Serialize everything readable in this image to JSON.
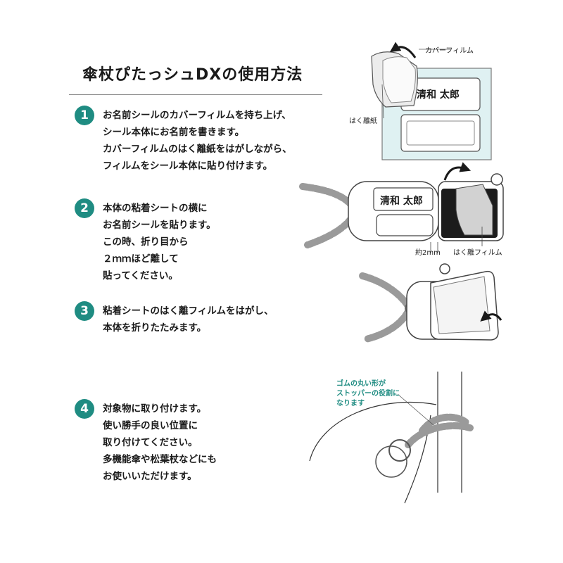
{
  "title": "傘杖ぴたっシュDXの使用方法",
  "steps": [
    {
      "number": "1",
      "lines": [
        "お名前シールのカバーフィルムを持ち上げ、",
        "シール本体にお名前を書きます。",
        "カバーフィルムのはく離紙をはがしながら、",
        "フィルムをシール本体に貼り付けます。"
      ]
    },
    {
      "number": "2",
      "lines": [
        "本体の粘着シートの横に",
        "お名前シールを貼ります。",
        "この時、折り目から",
        "２ｍｍほど離して",
        "貼ってください。"
      ]
    },
    {
      "number": "3",
      "lines": [
        "粘着シートのはく離フィルムをはがし、",
        "本体を折りたたみます。"
      ]
    },
    {
      "number": "4",
      "lines": [
        "対象物に取り付けます。",
        "使い勝手の良い位置に",
        "取り付けてください。",
        "多機能傘や松葉杖などにも",
        "お使いいただけます。"
      ]
    }
  ],
  "illustrations": {
    "cover_film_label": "カバーフィルム",
    "release_paper_label": "はく離紙",
    "sample_name": "清和 太郎",
    "gap_label": "約2mm",
    "release_film_label": "はく離フィルム",
    "note_lines": [
      "ゴムの丸い形が",
      "ストッパーの役割に",
      "なります"
    ],
    "accent_color": "#1f8c82",
    "sheet_color": "#dff1f2",
    "icons": [
      "curved-arrow-icon",
      "bead-cord-icon",
      "key-ring-icon"
    ]
  }
}
